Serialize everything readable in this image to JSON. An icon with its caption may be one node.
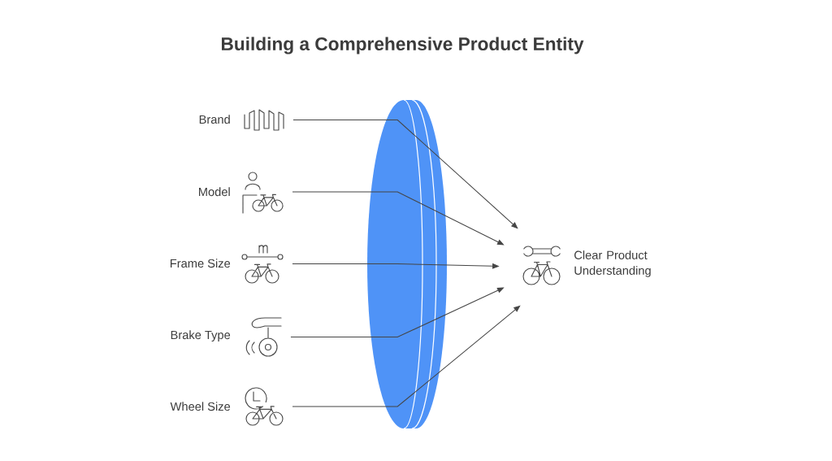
{
  "diagram": {
    "title": "Building a Comprehensive Product Entity",
    "nodes": [
      {
        "text": [
          "Brand"
        ]
      },
      {
        "text": [
          "Model"
        ]
      },
      {
        "text": [
          "Frame Size"
        ]
      },
      {
        "text": [
          "Brake Type"
        ]
      },
      {
        "text": [
          "Wheel Size"
        ]
      },
      {
        "text": [
          "Clear Product Understanding"
        ]
      }
    ],
    "edges": [
      {
        "from": 0,
        "to": 5,
        "arrow": "to"
      },
      {
        "from": 1,
        "to": 5,
        "arrow": "to"
      },
      {
        "from": 2,
        "to": 5,
        "arrow": "to"
      },
      {
        "from": 3,
        "to": 5,
        "arrow": "to"
      },
      {
        "from": 4,
        "to": 5,
        "arrow": "to"
      }
    ]
  }
}
